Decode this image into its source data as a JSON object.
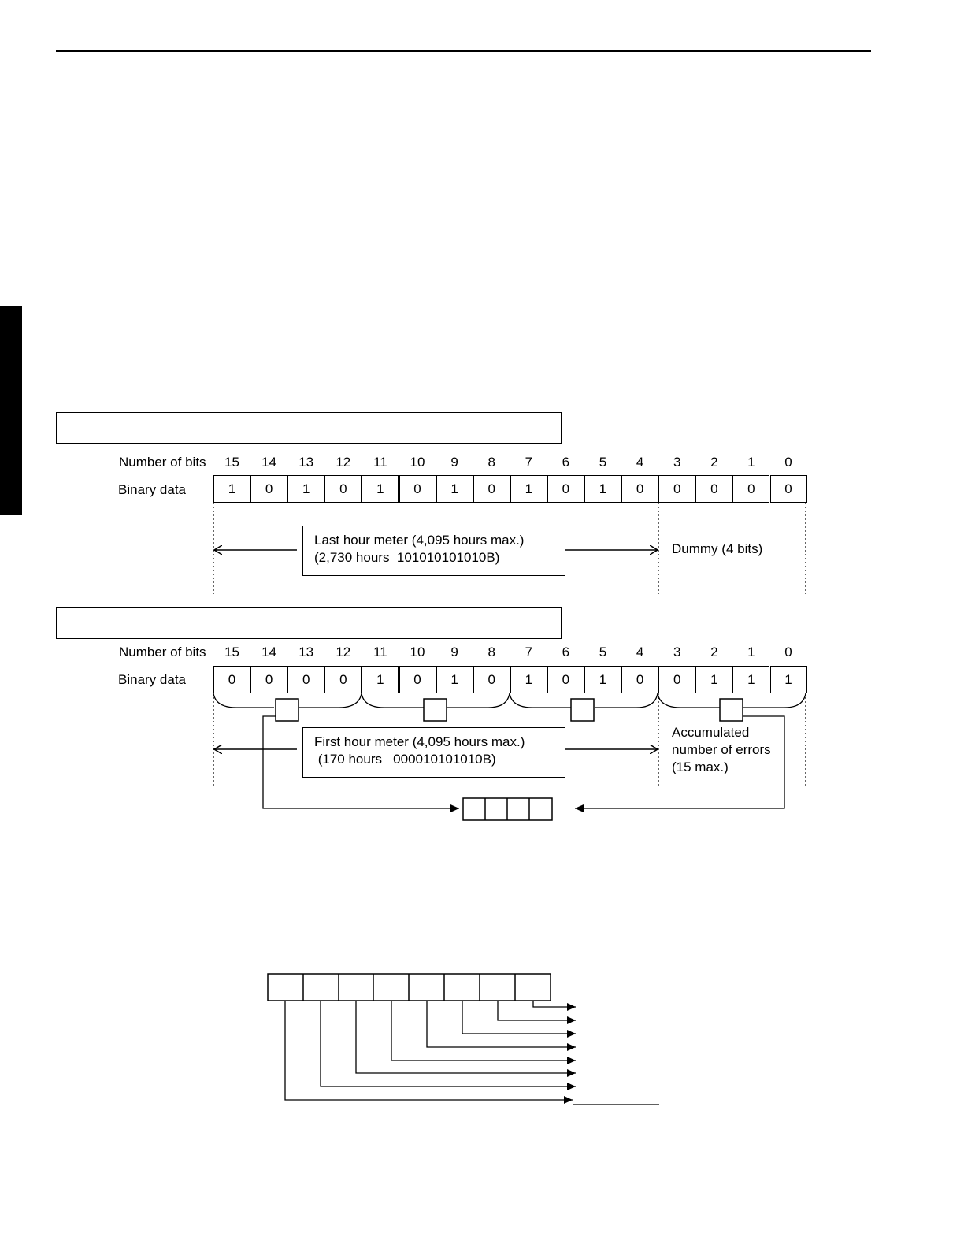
{
  "colors": {
    "ink": "#000000",
    "link": "#2a4fd8"
  },
  "bit_numbers": [
    "15",
    "14",
    "13",
    "12",
    "11",
    "10",
    "9",
    "8",
    "7",
    "6",
    "5",
    "4",
    "3",
    "2",
    "1",
    "0"
  ],
  "diagram1": {
    "label_bits": "Number of bits",
    "label_binary": "Binary data",
    "binary": [
      "1",
      "0",
      "1",
      "0",
      "1",
      "0",
      "1",
      "0",
      "1",
      "0",
      "1",
      "0",
      "0",
      "0",
      "0",
      "0"
    ],
    "box_line1": "Last hour meter (4,095 hours max.)",
    "box_line2": "(2,730 hours  101010101010B)",
    "dummy_label": "Dummy (4 bits)"
  },
  "diagram2": {
    "label_bits": "Number of bits",
    "label_binary": "Binary data",
    "binary": [
      "0",
      "0",
      "0",
      "0",
      "1",
      "0",
      "1",
      "0",
      "1",
      "0",
      "1",
      "0",
      "0",
      "1",
      "1",
      "1"
    ],
    "box_line1": "First hour meter (4,095 hours max.)",
    "box_line2": " (170 hours   000010101010B)",
    "accum_line1": "Accumulated",
    "accum_line2": "number of errors",
    "accum_line3": "(15 max.)"
  }
}
